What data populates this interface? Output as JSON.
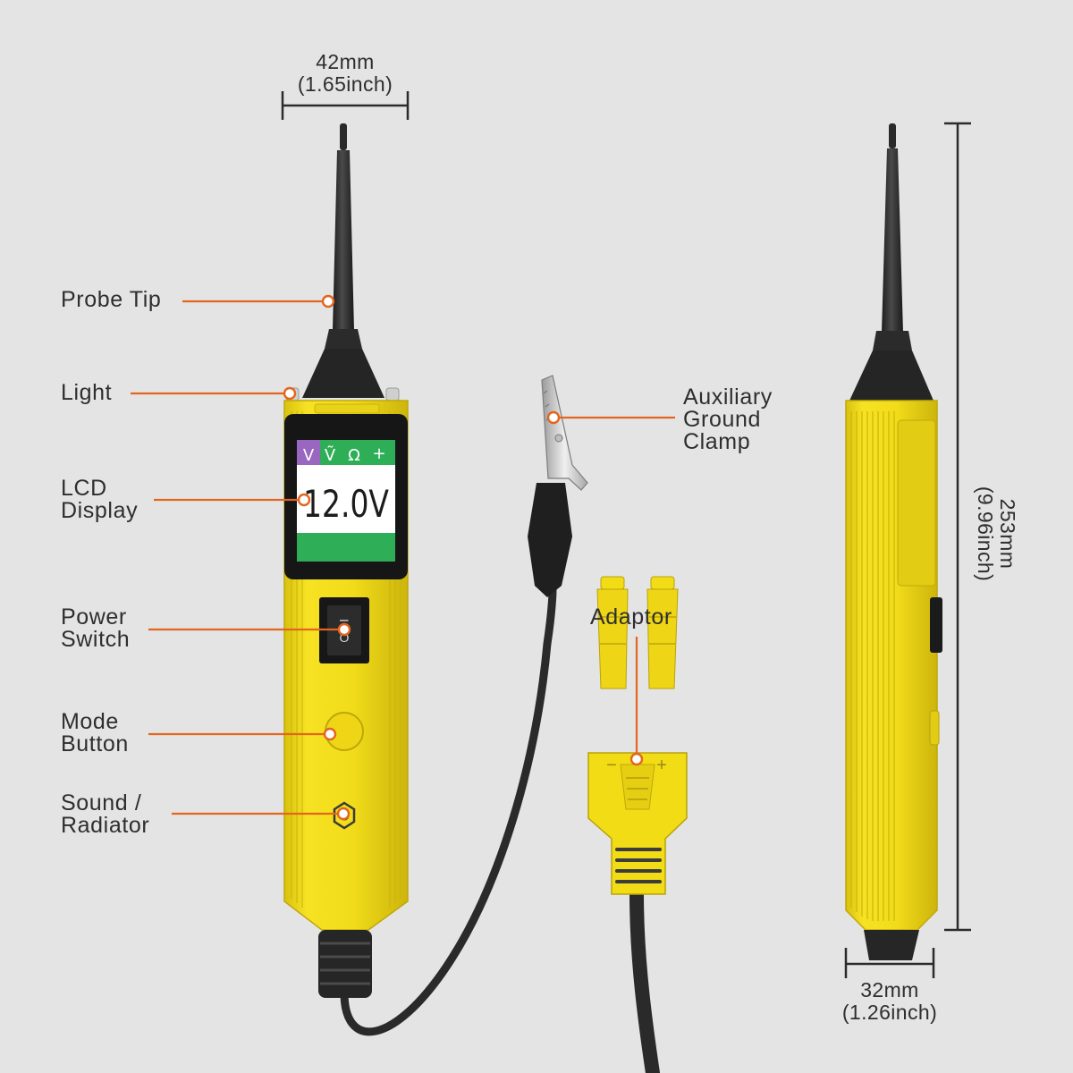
{
  "dimensions": {
    "top_width": {
      "value": "42mm",
      "imperial": "(1.65inch)"
    },
    "height": {
      "value": "253mm",
      "imperial": "(9.96inch)"
    },
    "side_width": {
      "value": "32mm",
      "imperial": "(1.26inch)"
    }
  },
  "callouts": {
    "probe_tip": [
      "Probe Tip"
    ],
    "light": [
      "Light"
    ],
    "lcd_display": [
      "LCD",
      "Display"
    ],
    "power_switch": [
      "Power",
      "Switch"
    ],
    "mode_button": [
      "Mode",
      "Button"
    ],
    "sound_radiator": [
      "Sound /",
      "Radiator"
    ],
    "aux_clamp": [
      "Auxiliary",
      "Ground",
      "Clamp"
    ],
    "adaptor": [
      "Adaptor"
    ]
  },
  "lcd": {
    "reading": "12.0V",
    "modes": [
      "V",
      "Ṽ",
      "Ω",
      "+"
    ]
  },
  "adaptor_marks": {
    "minus": "−",
    "plus": "+"
  },
  "switch_marks": {
    "on": "I",
    "off": "O"
  },
  "colors": {
    "background": "#e4e4e4",
    "body_yellow": "#f2dc1a",
    "callout_orange": "#e3661e",
    "lcd_green": "#2fae58",
    "lcd_purple": "#9966c0"
  }
}
